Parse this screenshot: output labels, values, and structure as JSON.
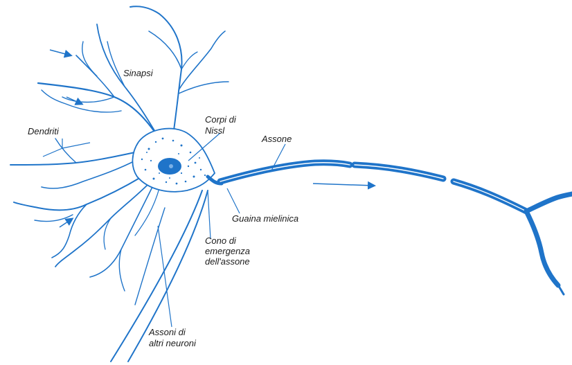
{
  "diagram": {
    "colors": {
      "neuron": "#1f74c9",
      "fill": "#ffffff",
      "text": "#1a1a1a"
    },
    "labels": {
      "sinapsi": "Sinapsi",
      "dendriti": "Dendriti",
      "nissl_1": "Corpi di",
      "nissl_2": "Nissl",
      "assone": "Assone",
      "guaina": "Guaina mielinica",
      "cono_1": "Cono di",
      "cono_2": "emergenza",
      "cono_3": "dell'assone",
      "altri_1": "Assoni di",
      "altri_2": "altri neuroni"
    }
  }
}
